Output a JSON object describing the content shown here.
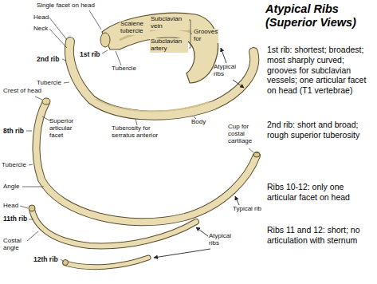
{
  "diagram": {
    "title": "Atypical Ribs (Superior Views)",
    "labels": [
      "Single facet on head",
      "Head",
      "Neck",
      "1st rib",
      "Scalene tubercle",
      "Subclavian vein",
      "Subclavian artery",
      "Grooves for",
      "Tubercle",
      "2nd rib",
      "Tubercle",
      "Atypical ribs",
      "Crest of head",
      "8th rib",
      "Superior articular facet",
      "Tubercle",
      "Body",
      "Tuberosity for serratus anterior",
      "Cup for costal cartilage",
      "Angle",
      "Typical rib",
      "Head",
      "11th rib",
      "Costal angle",
      "Atypical ribs",
      "12th rib",
      "1st rib: shortest; broadest; most sharply curved; grooves for subclavian vessels; one articular facet on head (T1 vertebrae)",
      "2nd rib: short and broad; rough superior tuberosity",
      "Ribs 10-12: only one articular facet on head",
      "Ribs 11 and 12: short; no articulation with sternum"
    ]
  }
}
